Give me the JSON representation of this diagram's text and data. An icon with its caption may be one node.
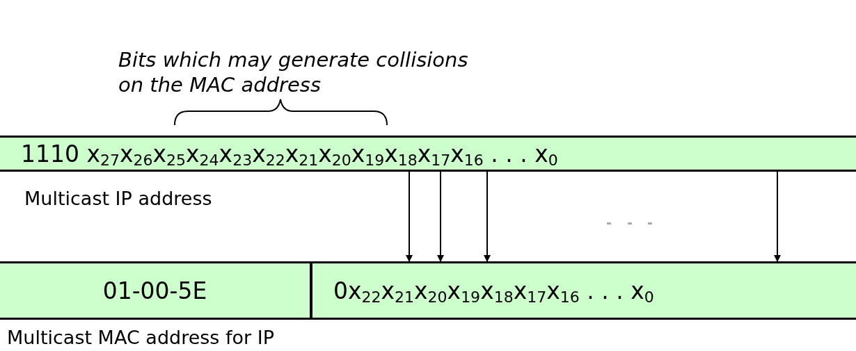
{
  "diagram": {
    "nodes": [
      {
        "text": [
          "1110 x$_{27}$x$_{26}$x$_{25}$x$_{24}$x$_{23}$x$_{22}$x$_{21}$x$_{20}$x$_{19}$x$_{18}$x$_{17}$x$_{16}$ . . . x$_{0}$"
        ],
        "beside": [
          "Multicast IP address"
        ]
      },
      {
        "text": [
          "01-00-5E"
        ]
      },
      {
        "text": [
          "0x$_{22}$x$_{21}$x$_{20}$x$_{19}$x$_{18}$x$_{17}$x$_{16}$ . . . x$_{0}$"
        ]
      }
    ],
    "edges": [
      {
        "from": 0,
        "to": 2,
        "arrow": "to"
      },
      {
        "from": 0,
        "to": 2,
        "arrow": "to"
      },
      {
        "from": 0,
        "to": 2,
        "arrow": "to"
      },
      {
        "from": 0,
        "to": 2,
        "arrow": "to"
      }
    ],
    "labels": [
      "Bits which may generate collisions on the MAC address",
      "Multicast MAC address for IP"
    ]
  }
}
